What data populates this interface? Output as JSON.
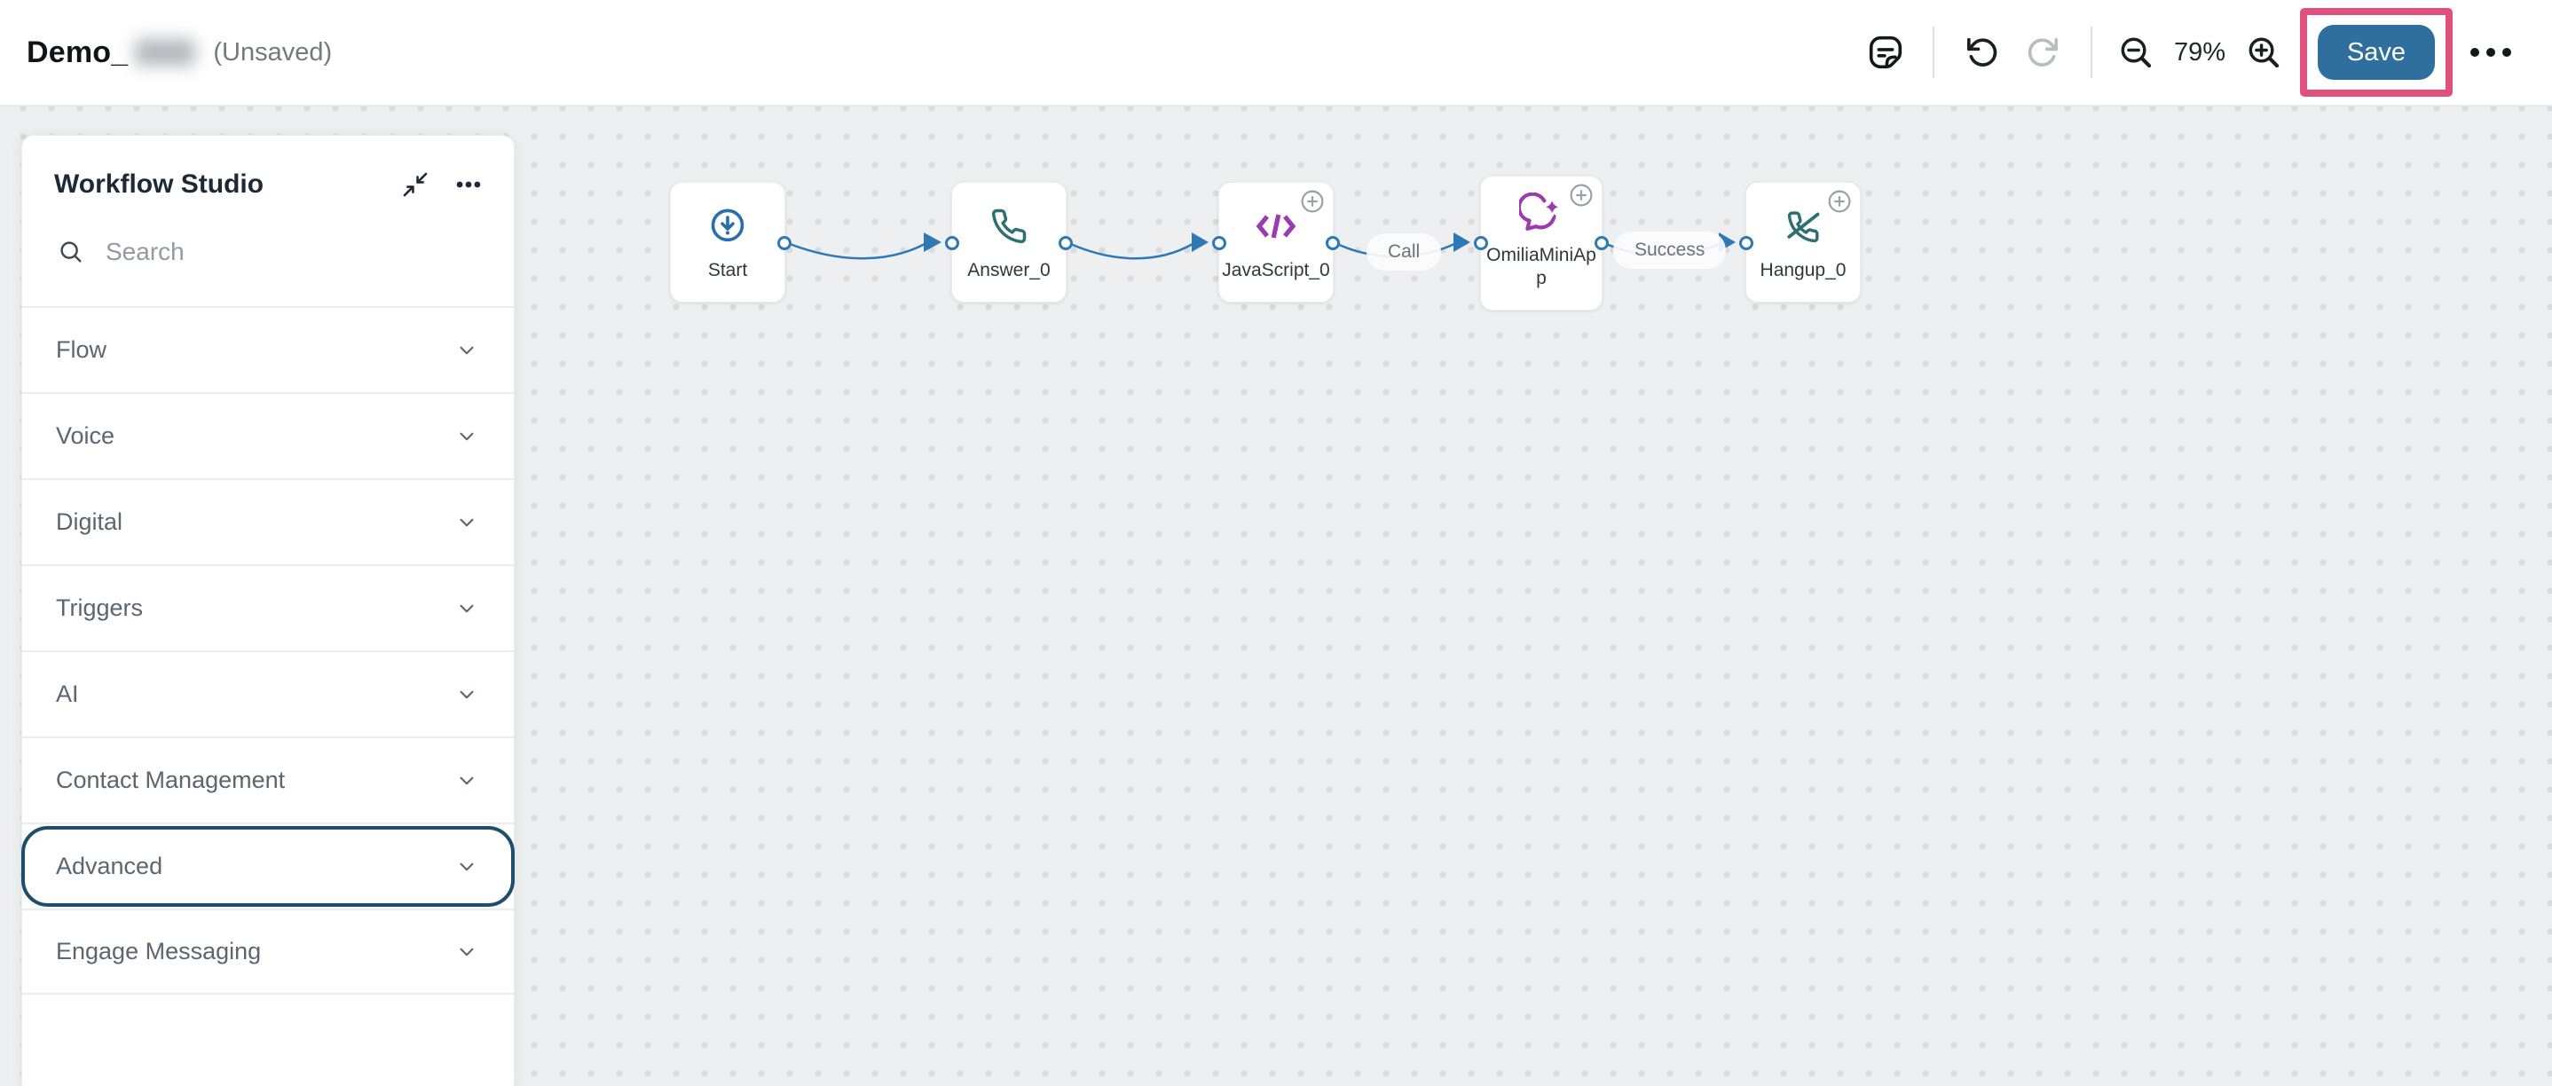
{
  "header": {
    "title": "Demo_",
    "status": "(Unsaved)",
    "zoom_level": "79%",
    "save_label": "Save"
  },
  "sidebar": {
    "title": "Workflow Studio",
    "search_placeholder": "Search",
    "sections": [
      {
        "label": "Flow",
        "highlighted": false
      },
      {
        "label": "Voice",
        "highlighted": false
      },
      {
        "label": "Digital",
        "highlighted": false
      },
      {
        "label": "Triggers",
        "highlighted": false
      },
      {
        "label": "AI",
        "highlighted": false
      },
      {
        "label": "Contact Management",
        "highlighted": false
      },
      {
        "label": "Advanced",
        "highlighted": true
      },
      {
        "label": "Engage Messaging",
        "highlighted": false
      }
    ]
  },
  "canvas": {
    "nodes": [
      {
        "label": "Start",
        "icon": "start-icon",
        "color": "#2a6fad",
        "has_add_button": false
      },
      {
        "label": "Answer_0",
        "icon": "phone-icon",
        "color": "#2f6f74",
        "has_add_button": false
      },
      {
        "label": "JavaScript_0",
        "icon": "code-icon",
        "color": "#9b3bb0",
        "has_add_button": true
      },
      {
        "label": "OmiliaMiniApp",
        "icon": "chat-sparkle-icon",
        "color": "#9b3bb0",
        "has_add_button": true
      },
      {
        "label": "Hangup_0",
        "icon": "phone-slash-icon",
        "color": "#2f6f74",
        "has_add_button": true
      }
    ],
    "connections": [
      {
        "from": "Start",
        "to": "Answer_0",
        "label": ""
      },
      {
        "from": "Answer_0",
        "to": "JavaScript_0",
        "label": ""
      },
      {
        "from": "JavaScript_0",
        "to": "OmiliaMiniApp",
        "label": "Call"
      },
      {
        "from": "OmiliaMiniApp",
        "to": "Hangup_0",
        "label": "Success"
      }
    ]
  },
  "colors": {
    "save_button": "#2e6f9e",
    "annotation_highlight": "#e0517e",
    "connection": "#2e78b5",
    "focus_ring": "#1e4e6e",
    "canvas_bg": "#edeff0",
    "canvas_dot": "#d8dadd",
    "node_blue": "#2a6fad",
    "node_teal": "#2f6f74",
    "node_purple": "#9b3bb0"
  }
}
